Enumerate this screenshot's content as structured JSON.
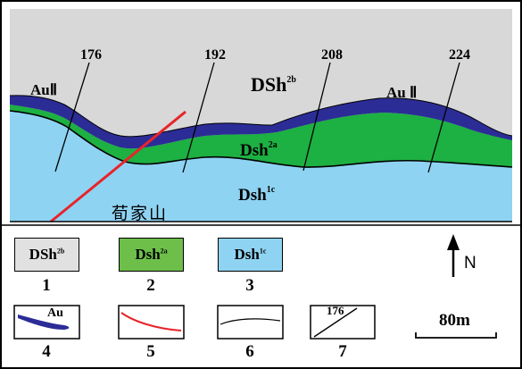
{
  "section": {
    "line_labels": [
      "176",
      "192",
      "208",
      "224"
    ],
    "units": {
      "dsh2b_top": {
        "main": "DSh",
        "sup": "2b"
      },
      "dsh2a": {
        "main": "Dsh",
        "sup": "2a"
      },
      "dsh1c": {
        "main": "Dsh",
        "sup": "1c"
      }
    },
    "ore_label_left": "AuⅡ",
    "ore_label_right": "Au Ⅱ",
    "place_name": "荀家山",
    "colors": {
      "sky": "#d8d8d8",
      "dsh2a": "#1db042",
      "dsh1c": "#8fd3f2",
      "ore_body": "#2b2c96",
      "fault": "#e8242a"
    }
  },
  "legend": {
    "items": [
      {
        "label": {
          "main": "DSh",
          "sup": "2b"
        },
        "index": "1",
        "fill": "#e1e1e1"
      },
      {
        "label": {
          "main": "Dsh",
          "sup": "2a"
        },
        "index": "2",
        "fill": "#6dbf4a"
      },
      {
        "label": {
          "main": "Dsh",
          "sup": "1c"
        },
        "index": "3",
        "fill": "#8fd3f2"
      },
      {
        "symbol": "ore-body",
        "text": "Au",
        "index": "4"
      },
      {
        "symbol": "fault",
        "index": "5"
      },
      {
        "symbol": "boundary",
        "index": "6"
      },
      {
        "symbol": "exploration-line",
        "text": "176",
        "index": "7"
      }
    ],
    "north": "N",
    "scale": "80m"
  }
}
